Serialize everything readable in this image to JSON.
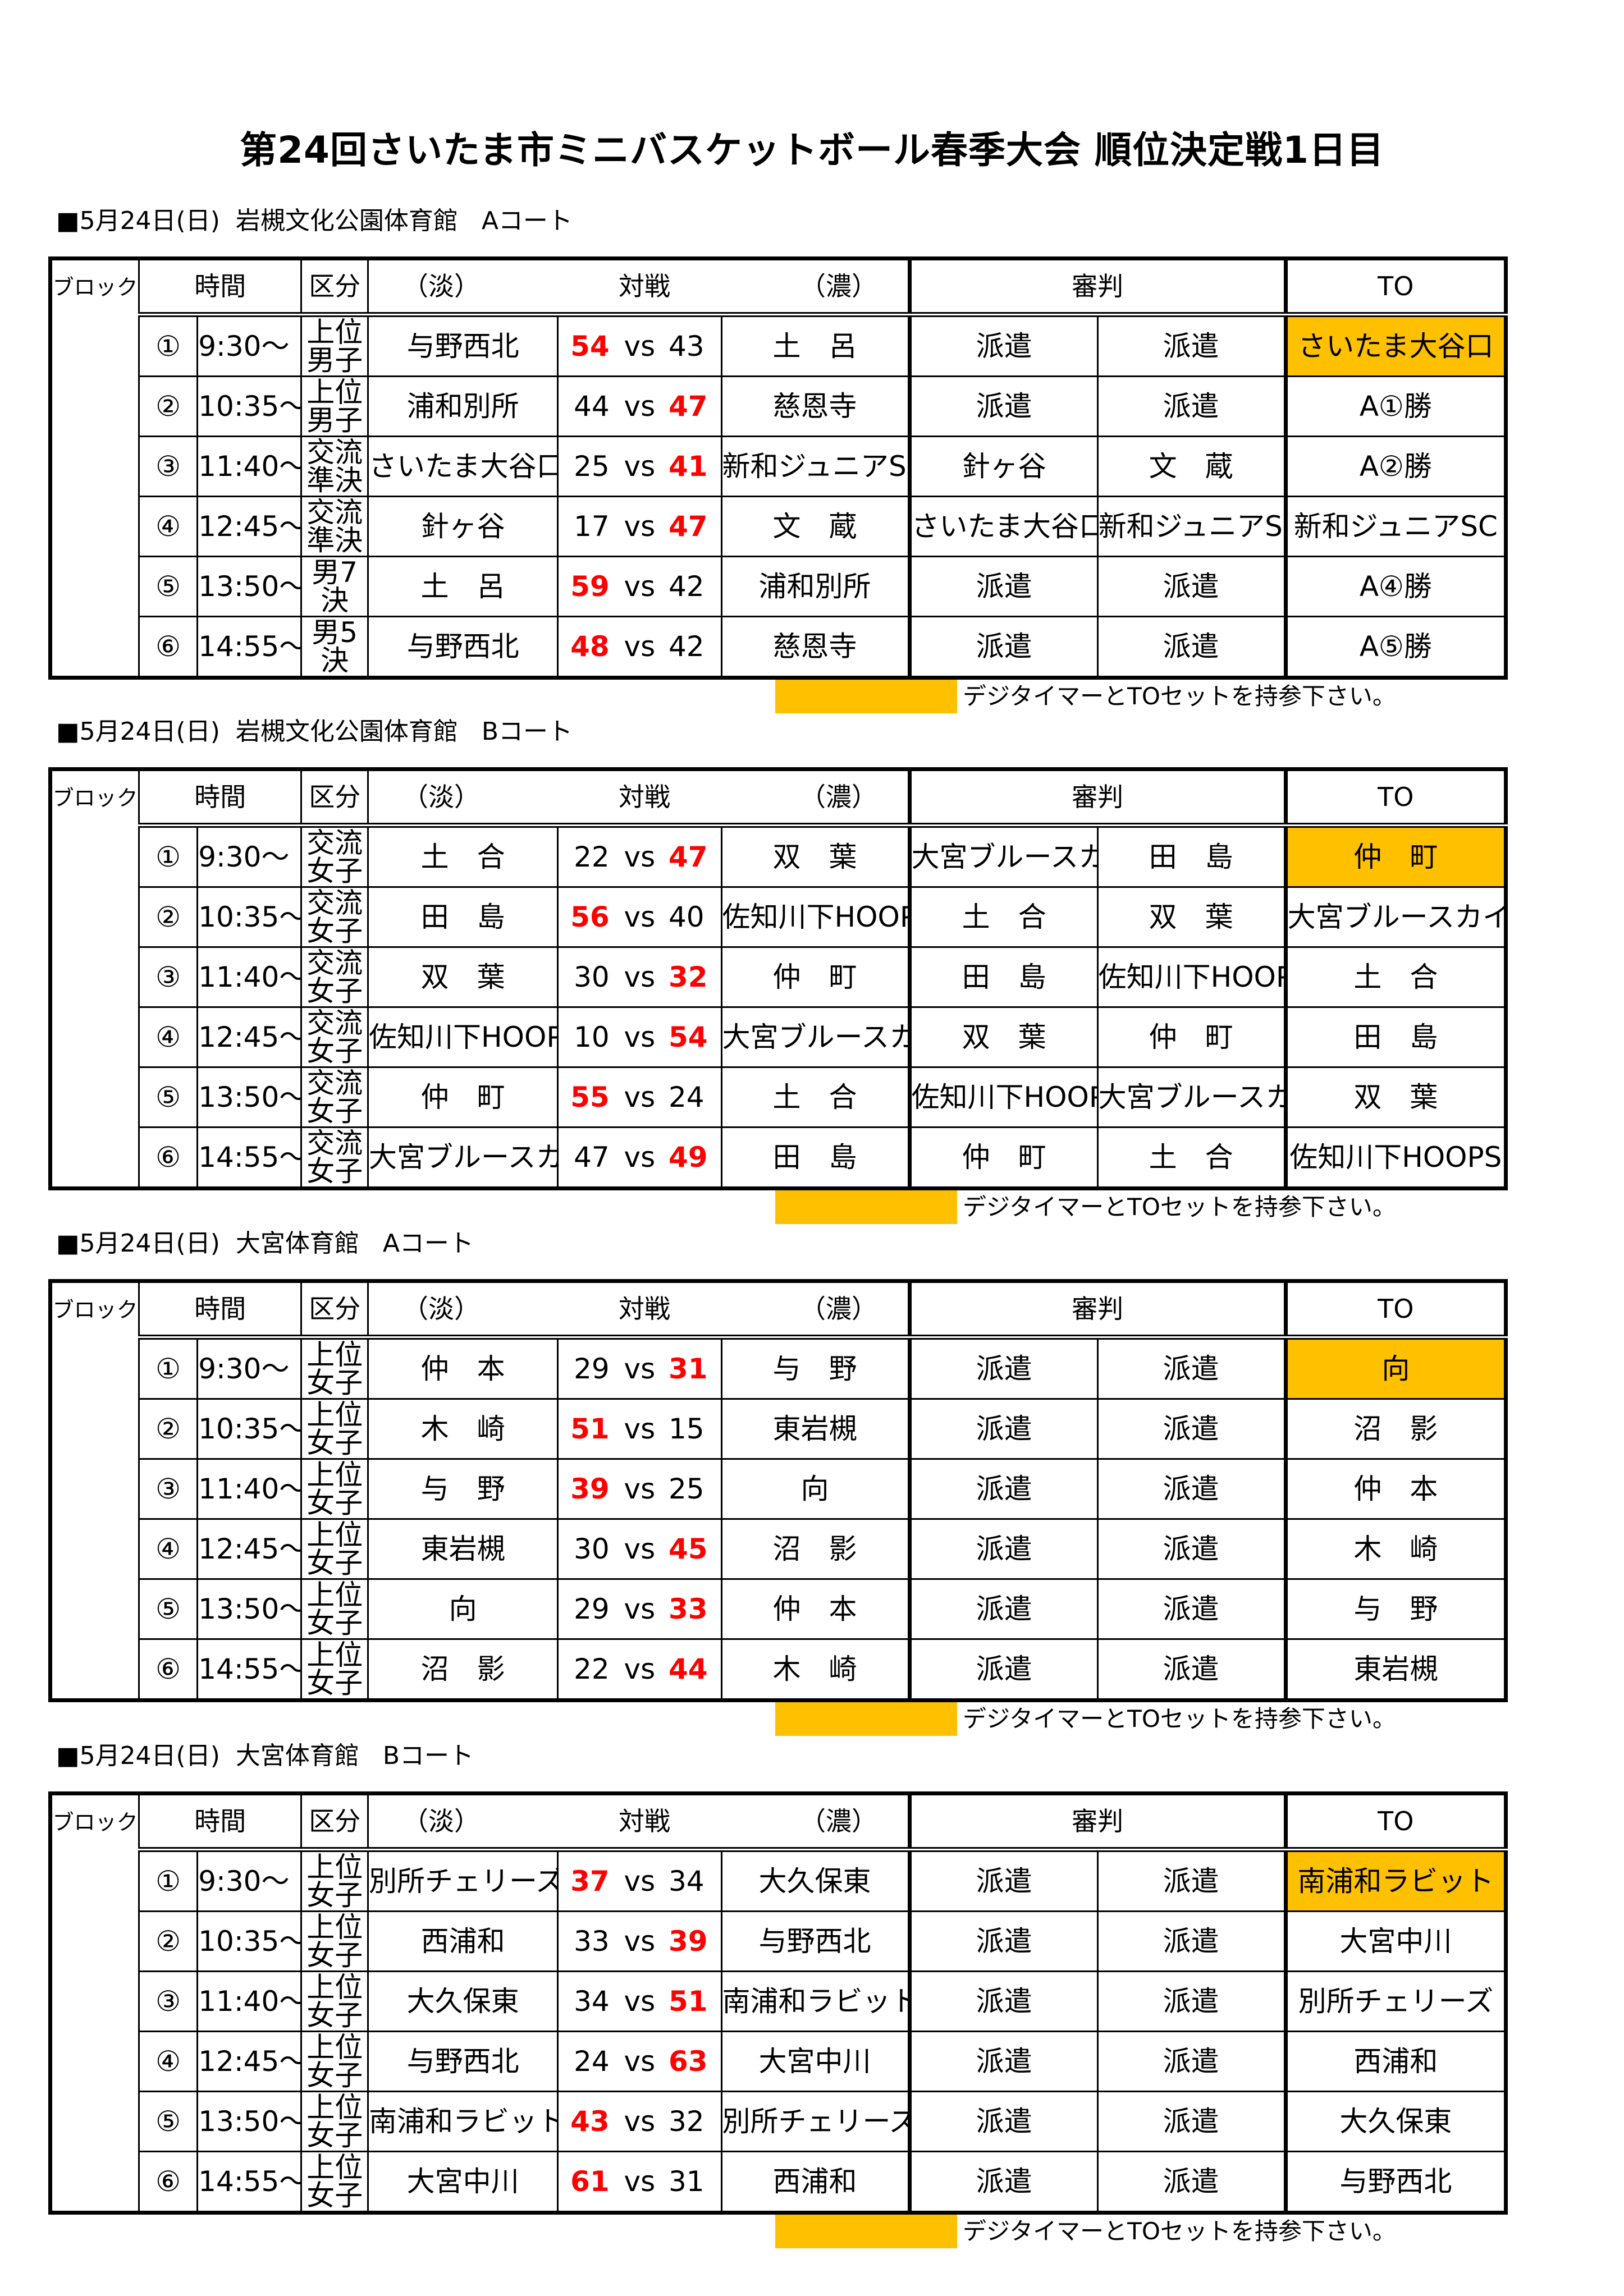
{
  "title": "第24回さいたま市ミニバスケットボール春季大会 順位決定戦1日目",
  "headers": {
    "block": "ブロック",
    "time": "時間",
    "category": "区分",
    "light": "（淡）",
    "match": "対戦",
    "dark": "（濃）",
    "referee": "審判",
    "to": "TO"
  },
  "vs_label": "vs",
  "note": "デジタイマーとTOセットを持参下さい。",
  "colors": {
    "highlight": "#ffc000",
    "winner_score": "#ff0000"
  },
  "sections": [
    {
      "heading": "■5月24日(日)  岩槻文化公園体育館   Aコート",
      "games": [
        {
          "no": "①",
          "time": "9:30～",
          "cat1": "上位",
          "cat2": "男子",
          "home": "与野西北",
          "hs": "54",
          "as": "43",
          "away": "土　呂",
          "ref1": "派遣",
          "ref2": "派遣",
          "to": "さいたま大谷口"
        },
        {
          "no": "②",
          "time": "10:35～",
          "cat1": "上位",
          "cat2": "男子",
          "home": "浦和別所",
          "hs": "44",
          "as": "47",
          "away": "慈恩寺",
          "ref1": "派遣",
          "ref2": "派遣",
          "to": "A①勝"
        },
        {
          "no": "③",
          "time": "11:40～",
          "cat1": "交流",
          "cat2": "準決",
          "home": "さいたま大谷口",
          "hs": "25",
          "as": "41",
          "away": "新和ジュニアSC",
          "ref1": "針ヶ谷",
          "ref2": "文　蔵",
          "to": "A②勝"
        },
        {
          "no": "④",
          "time": "12:45～",
          "cat1": "交流",
          "cat2": "準決",
          "home": "針ヶ谷",
          "hs": "17",
          "as": "47",
          "away": "文　蔵",
          "ref1": "さいたま大谷口",
          "ref2": "新和ジュニアSC",
          "to": "新和ジュニアSC"
        },
        {
          "no": "⑤",
          "time": "13:50～",
          "cat1": "男7決",
          "cat2": "",
          "home": "土　呂",
          "hs": "59",
          "as": "42",
          "away": "浦和別所",
          "ref1": "派遣",
          "ref2": "派遣",
          "to": "A④勝"
        },
        {
          "no": "⑥",
          "time": "14:55～",
          "cat1": "男5決",
          "cat2": "",
          "home": "与野西北",
          "hs": "48",
          "as": "42",
          "away": "慈恩寺",
          "ref1": "派遣",
          "ref2": "派遣",
          "to": "A⑤勝"
        }
      ]
    },
    {
      "heading": "■5月24日(日)  岩槻文化公園体育館   Bコート",
      "games": [
        {
          "no": "①",
          "time": "9:30～",
          "cat1": "交流",
          "cat2": "女子",
          "home": "土　合",
          "hs": "22",
          "as": "47",
          "away": "双　葉",
          "ref1": "大宮ブルースカイ",
          "ref2": "田　島",
          "to": "仲　町"
        },
        {
          "no": "②",
          "time": "10:35～",
          "cat1": "交流",
          "cat2": "女子",
          "home": "田　島",
          "hs": "56",
          "as": "40",
          "away": "佐知川下HOOPS",
          "ref1": "土　合",
          "ref2": "双　葉",
          "to": "大宮ブルースカイ"
        },
        {
          "no": "③",
          "time": "11:40～",
          "cat1": "交流",
          "cat2": "女子",
          "home": "双　葉",
          "hs": "30",
          "as": "32",
          "away": "仲　町",
          "ref1": "田　島",
          "ref2": "佐知川下HOOPS",
          "to": "土　合"
        },
        {
          "no": "④",
          "time": "12:45～",
          "cat1": "交流",
          "cat2": "女子",
          "home": "佐知川下HOOPS",
          "hs": "10",
          "as": "54",
          "away": "大宮ブルースカイ",
          "ref1": "双　葉",
          "ref2": "仲　町",
          "to": "田　島"
        },
        {
          "no": "⑤",
          "time": "13:50～",
          "cat1": "交流",
          "cat2": "女子",
          "home": "仲　町",
          "hs": "55",
          "as": "24",
          "away": "土　合",
          "ref1": "佐知川下HOOPS",
          "ref2": "大宮ブルースカイ",
          "to": "双　葉"
        },
        {
          "no": "⑥",
          "time": "14:55～",
          "cat1": "交流",
          "cat2": "女子",
          "home": "大宮ブルースカイ",
          "hs": "47",
          "as": "49",
          "away": "田　島",
          "ref1": "仲　町",
          "ref2": "土　合",
          "to": "佐知川下HOOPS"
        }
      ]
    },
    {
      "heading": "■5月24日(日)  大宮体育館   Aコート",
      "games": [
        {
          "no": "①",
          "time": "9:30～",
          "cat1": "上位",
          "cat2": "女子",
          "home": "仲　本",
          "hs": "29",
          "as": "31",
          "away": "与　野",
          "ref1": "派遣",
          "ref2": "派遣",
          "to": "向"
        },
        {
          "no": "②",
          "time": "10:35～",
          "cat1": "上位",
          "cat2": "女子",
          "home": "木　崎",
          "hs": "51",
          "as": "15",
          "away": "東岩槻",
          "ref1": "派遣",
          "ref2": "派遣",
          "to": "沼　影"
        },
        {
          "no": "③",
          "time": "11:40～",
          "cat1": "上位",
          "cat2": "女子",
          "home": "与　野",
          "hs": "39",
          "as": "25",
          "away": "向",
          "ref1": "派遣",
          "ref2": "派遣",
          "to": "仲　本"
        },
        {
          "no": "④",
          "time": "12:45～",
          "cat1": "上位",
          "cat2": "女子",
          "home": "東岩槻",
          "hs": "30",
          "as": "45",
          "away": "沼　影",
          "ref1": "派遣",
          "ref2": "派遣",
          "to": "木　崎"
        },
        {
          "no": "⑤",
          "time": "13:50～",
          "cat1": "上位",
          "cat2": "女子",
          "home": "向",
          "hs": "29",
          "as": "33",
          "away": "仲　本",
          "ref1": "派遣",
          "ref2": "派遣",
          "to": "与　野"
        },
        {
          "no": "⑥",
          "time": "14:55～",
          "cat1": "上位",
          "cat2": "女子",
          "home": "沼　影",
          "hs": "22",
          "as": "44",
          "away": "木　崎",
          "ref1": "派遣",
          "ref2": "派遣",
          "to": "東岩槻"
        }
      ]
    },
    {
      "heading": "■5月24日(日)  大宮体育館   Bコート",
      "games": [
        {
          "no": "①",
          "time": "9:30～",
          "cat1": "上位",
          "cat2": "女子",
          "home": "別所チェリーズ",
          "hs": "37",
          "as": "34",
          "away": "大久保東",
          "ref1": "派遣",
          "ref2": "派遣",
          "to": "南浦和ラビット"
        },
        {
          "no": "②",
          "time": "10:35～",
          "cat1": "上位",
          "cat2": "女子",
          "home": "西浦和",
          "hs": "33",
          "as": "39",
          "away": "与野西北",
          "ref1": "派遣",
          "ref2": "派遣",
          "to": "大宮中川"
        },
        {
          "no": "③",
          "time": "11:40～",
          "cat1": "上位",
          "cat2": "女子",
          "home": "大久保東",
          "hs": "34",
          "as": "51",
          "away": "南浦和ラビット",
          "ref1": "派遣",
          "ref2": "派遣",
          "to": "別所チェリーズ"
        },
        {
          "no": "④",
          "time": "12:45～",
          "cat1": "上位",
          "cat2": "女子",
          "home": "与野西北",
          "hs": "24",
          "as": "63",
          "away": "大宮中川",
          "ref1": "派遣",
          "ref2": "派遣",
          "to": "西浦和"
        },
        {
          "no": "⑤",
          "time": "13:50～",
          "cat1": "上位",
          "cat2": "女子",
          "home": "南浦和ラビット",
          "hs": "43",
          "as": "32",
          "away": "別所チェリーズ",
          "ref1": "派遣",
          "ref2": "派遣",
          "to": "大久保東"
        },
        {
          "no": "⑥",
          "time": "14:55～",
          "cat1": "上位",
          "cat2": "女子",
          "home": "大宮中川",
          "hs": "61",
          "as": "31",
          "away": "西浦和",
          "ref1": "派遣",
          "ref2": "派遣",
          "to": "与野西北"
        }
      ]
    }
  ]
}
